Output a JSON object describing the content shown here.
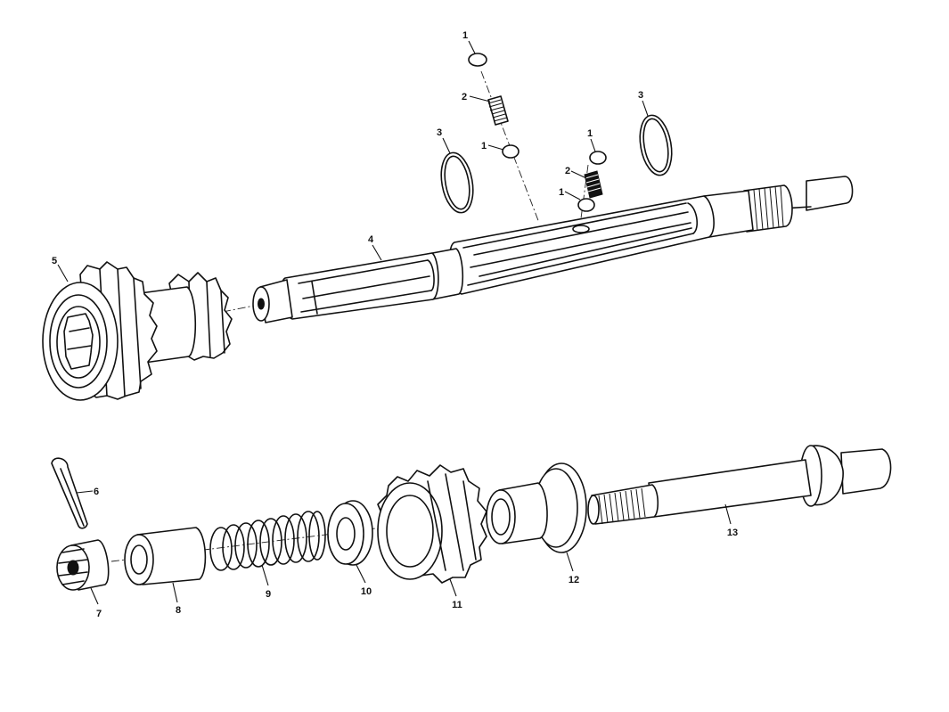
{
  "diagram": {
    "callouts": [
      {
        "id": "c1a",
        "text": "1"
      },
      {
        "id": "c2a",
        "text": "2"
      },
      {
        "id": "c1b",
        "text": "1"
      },
      {
        "id": "c3a",
        "text": "3"
      },
      {
        "id": "c3b",
        "text": "3"
      },
      {
        "id": "c1c",
        "text": "1"
      },
      {
        "id": "c2b",
        "text": "2"
      },
      {
        "id": "c1d",
        "text": "1"
      },
      {
        "id": "c4",
        "text": "4"
      },
      {
        "id": "c5",
        "text": "5"
      },
      {
        "id": "c6",
        "text": "6"
      },
      {
        "id": "c7",
        "text": "7"
      },
      {
        "id": "c8",
        "text": "8"
      },
      {
        "id": "c9",
        "text": "9"
      },
      {
        "id": "c10",
        "text": "10"
      },
      {
        "id": "c11",
        "text": "11"
      },
      {
        "id": "c12",
        "text": "12"
      },
      {
        "id": "c13",
        "text": "13"
      }
    ]
  }
}
